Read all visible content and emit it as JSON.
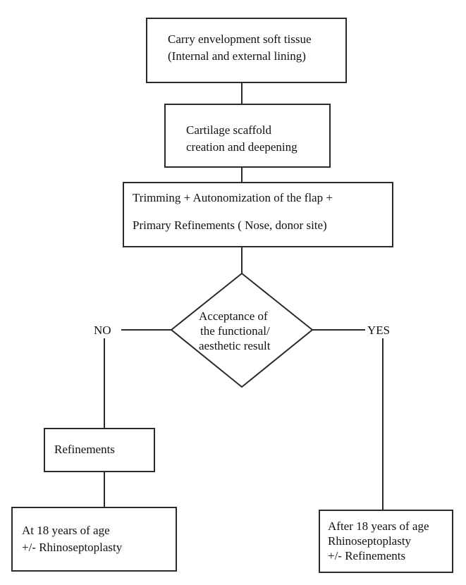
{
  "diagram": {
    "step1": {
      "line1": "Carry envelopment soft  tissue",
      "line2": "(Internal and external lining)"
    },
    "step2": {
      "line1": "Cartilage scaffold",
      "line2": "creation and deepening"
    },
    "step3": {
      "line1": "Trimming + Autonomization of the flap +",
      "line2": "Primary Refinements ( Nose, donor site)"
    },
    "decision": {
      "line1": "Acceptance of",
      "line2": "the functional/",
      "line3": "aesthetic result"
    },
    "no_label": "NO",
    "yes_label": "YES",
    "refinements": {
      "label": "Refinements"
    },
    "no_outcome": {
      "line1": "At 18 years of age",
      "line2": "+/- Rhinoseptoplasty"
    },
    "yes_outcome": {
      "line1": "After 18 years of age",
      "line2": "Rhinoseptoplasty",
      "line3": "+/- Refinements"
    },
    "stroke_color": "#2a2a2a"
  }
}
